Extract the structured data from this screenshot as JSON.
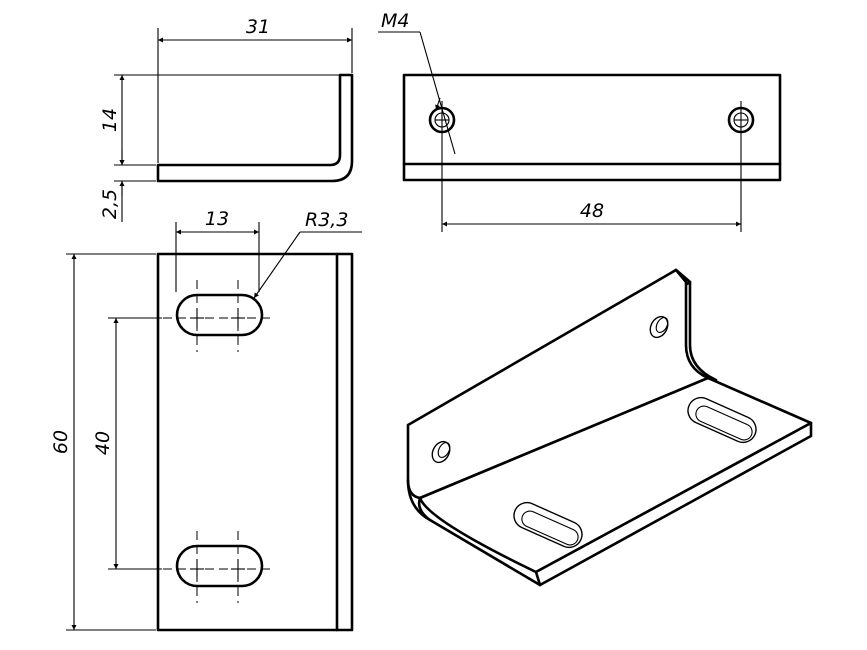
{
  "dimensions": {
    "width_31": "31",
    "height_14": "14",
    "thickness_2_5": "2,5",
    "thread_m4": "M4",
    "spacing_48": "48",
    "slot_width_13": "13",
    "radius_r3_3": "R3,3",
    "height_60": "60",
    "spacing_40": "40"
  }
}
